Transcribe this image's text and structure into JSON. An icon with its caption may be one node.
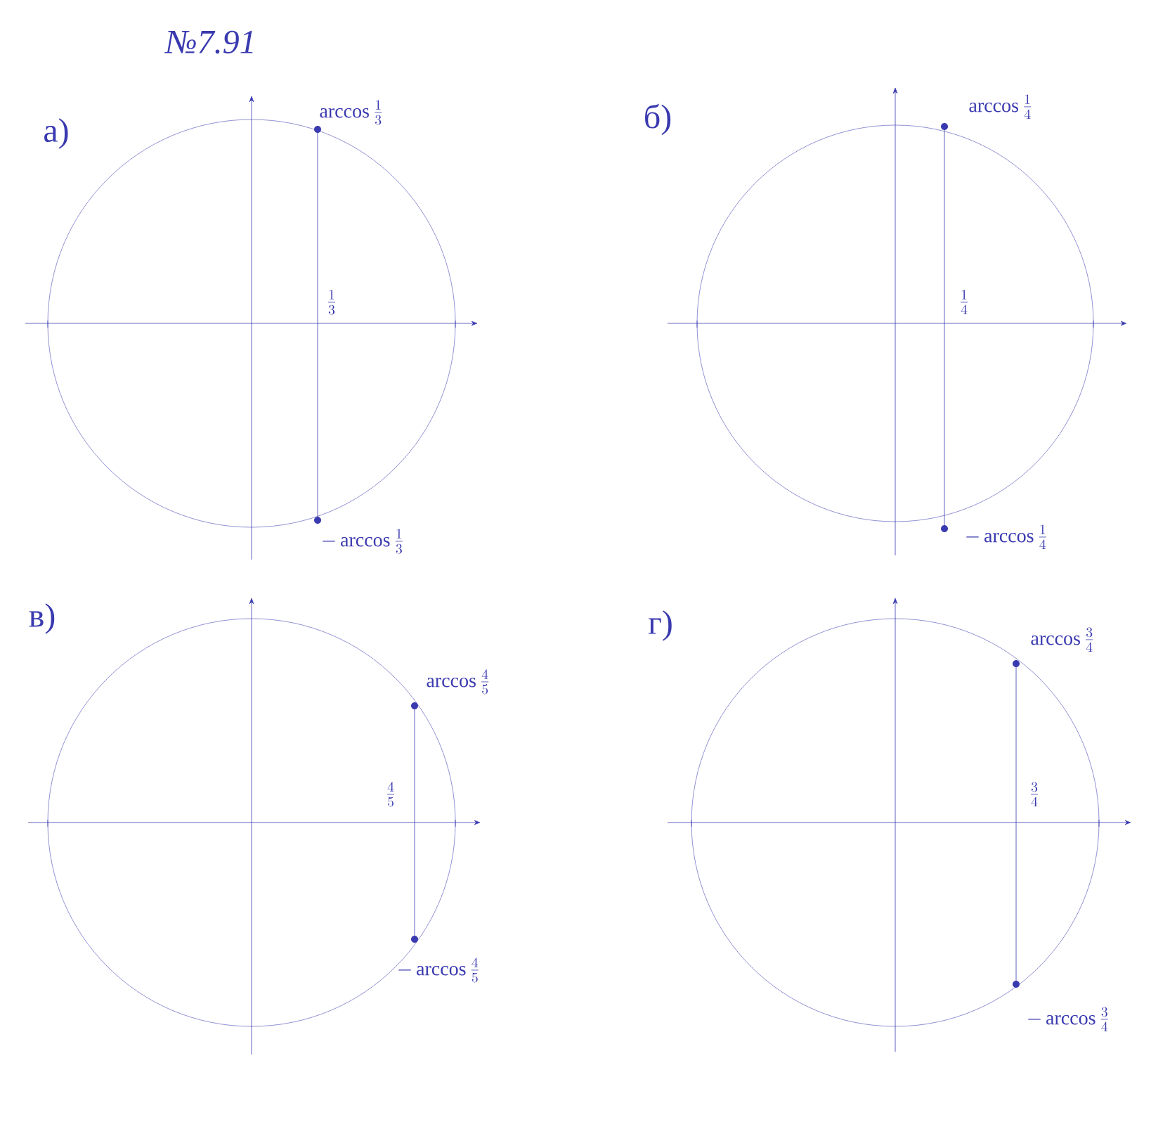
{
  "diagram": {
    "title": "№7.91",
    "labels": [
      "а)",
      "\\arccos\\frac{1}{3}",
      "\\frac{1}{3}",
      "-\\arccos\\frac{1}{3}",
      "б)",
      "\\arccos\\frac{1}{4}",
      "\\frac{1}{4}",
      "-\\arccos\\frac{1}{4}",
      "в)",
      "\\arccos\\frac{4}{5}",
      "\\frac{4}{5}",
      "-\\arccos\\frac{4}{5}",
      "г)",
      "\\arccos\\frac{3}{4}",
      "\\frac{3}{4}",
      "-\\arccos\\frac{3}{4}"
    ]
  }
}
